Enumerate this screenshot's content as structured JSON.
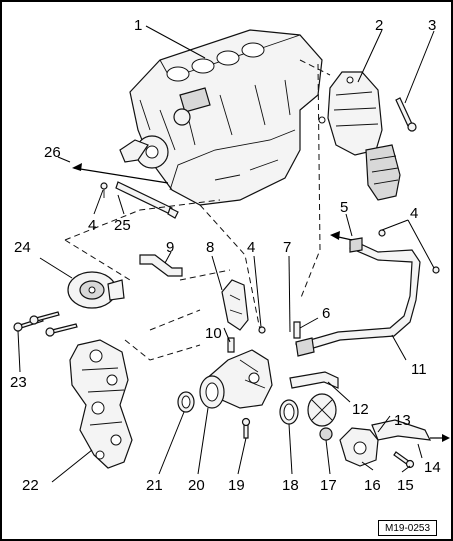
{
  "callouts": [
    "1",
    "2",
    "3",
    "4",
    "4",
    "4",
    "5",
    "6",
    "7",
    "8",
    "9",
    "10",
    "11",
    "12",
    "13",
    "14",
    "15",
    "16",
    "17",
    "18",
    "19",
    "20",
    "21",
    "22",
    "23",
    "24",
    "25",
    "26"
  ],
  "reference": "M19-0253"
}
